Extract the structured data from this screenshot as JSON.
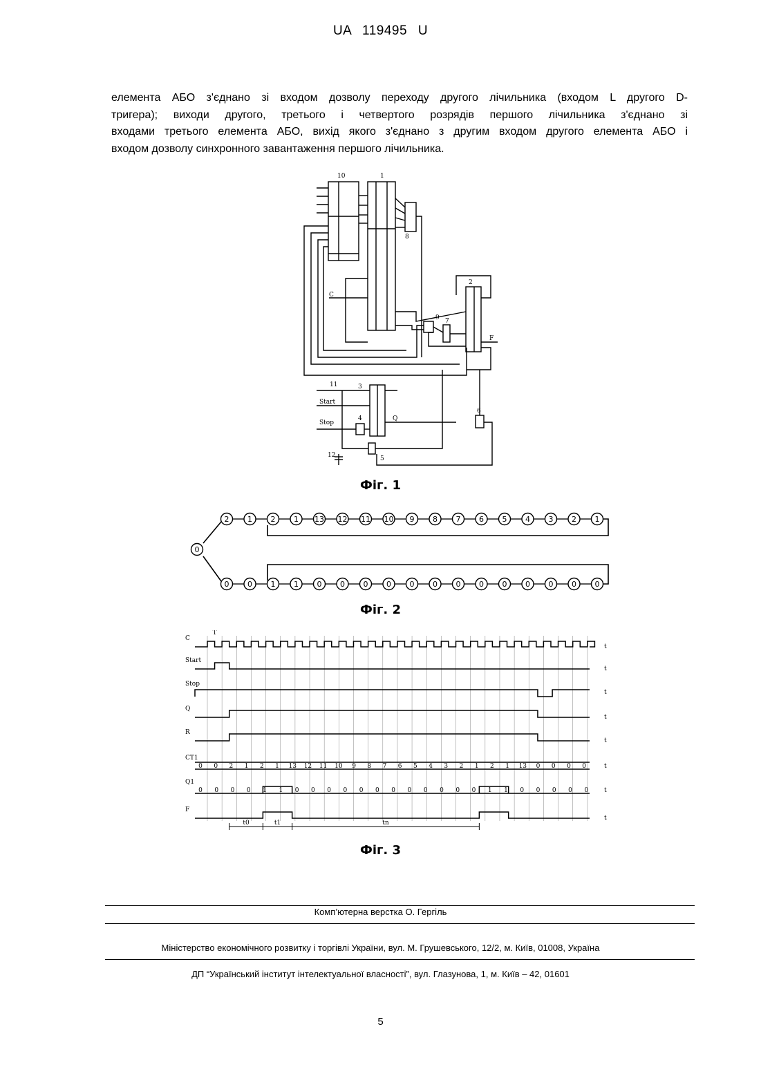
{
  "header": {
    "text": "UA   119495   U"
  },
  "body": {
    "lines": [
      "елемента АБО з'єднано зі входом дозволу переходу другого лічильника (входом L другого D-",
      "тригера); виходи другого, третього і четвертого розрядів першого лічильника з'єднано зі",
      "входами третього елемента АБО, вихід якого з'єднано з другим входом другого елемента АБО і",
      "входом дозволу синхронного завантаження першого лічильника."
    ]
  },
  "figures": {
    "fig1": {
      "caption": "Фіг. 1",
      "labels": {
        "c_input": "C",
        "start_input": "Start",
        "stop_input": "Stop",
        "q_output": "Q",
        "f_output": "F",
        "block10": "10",
        "block1": "1",
        "block2": "2",
        "block3": "3",
        "block4": "4",
        "block5": "5",
        "block6": "6",
        "block7": "7",
        "block8": "8",
        "block9": "9",
        "block11": "11",
        "block12": "12"
      }
    },
    "fig2": {
      "caption": "Фіг. 2",
      "start_node": "0",
      "top_row": [
        "2",
        "1",
        "2",
        "1",
        "13",
        "12",
        "11",
        "10",
        "9",
        "8",
        "7",
        "6",
        "5",
        "4",
        "3",
        "2",
        "1"
      ],
      "bottom_row": [
        "0",
        "0",
        "1",
        "1",
        "0",
        "0",
        "0",
        "0",
        "0",
        "0",
        "0",
        "0",
        "0",
        "0",
        "0",
        "0",
        "0"
      ]
    },
    "fig3": {
      "caption": "Фіг. 3",
      "signals": [
        "C",
        "Start",
        "Stop",
        "Q",
        "R",
        "CT1",
        "Q1",
        "F"
      ],
      "ct_values": [
        "0",
        "0",
        "2",
        "1",
        "2",
        "1",
        "13",
        "12",
        "11",
        "10",
        "9",
        "8",
        "7",
        "6",
        "5",
        "4",
        "3",
        "2",
        "1",
        "2",
        "1",
        "13",
        "0",
        "0",
        "0",
        "0"
      ],
      "q1_values": [
        "0",
        "0",
        "0",
        "0",
        "1",
        "1",
        "0",
        "0",
        "0",
        "0",
        "0",
        "0",
        "0",
        "0",
        "0",
        "0",
        "0",
        "0",
        "1",
        "1",
        "0",
        "0",
        "0",
        "0",
        "0"
      ],
      "intervals": [
        "t0",
        "t1",
        "tn"
      ],
      "t_label": "T",
      "time_label": "t"
    }
  },
  "footer": {
    "layout": "Комп’ютерна верстка  О. Гергіль",
    "ministry": "Міністерство економічного розвитку і торгівлі України, вул. М. Грушевського, 12/2, м. Київ, 01008, Україна",
    "institute": "ДП “Український інститут інтелектуальної власності”, вул. Глазунова, 1, м. Київ – 42, 01601"
  },
  "page_number": "5"
}
